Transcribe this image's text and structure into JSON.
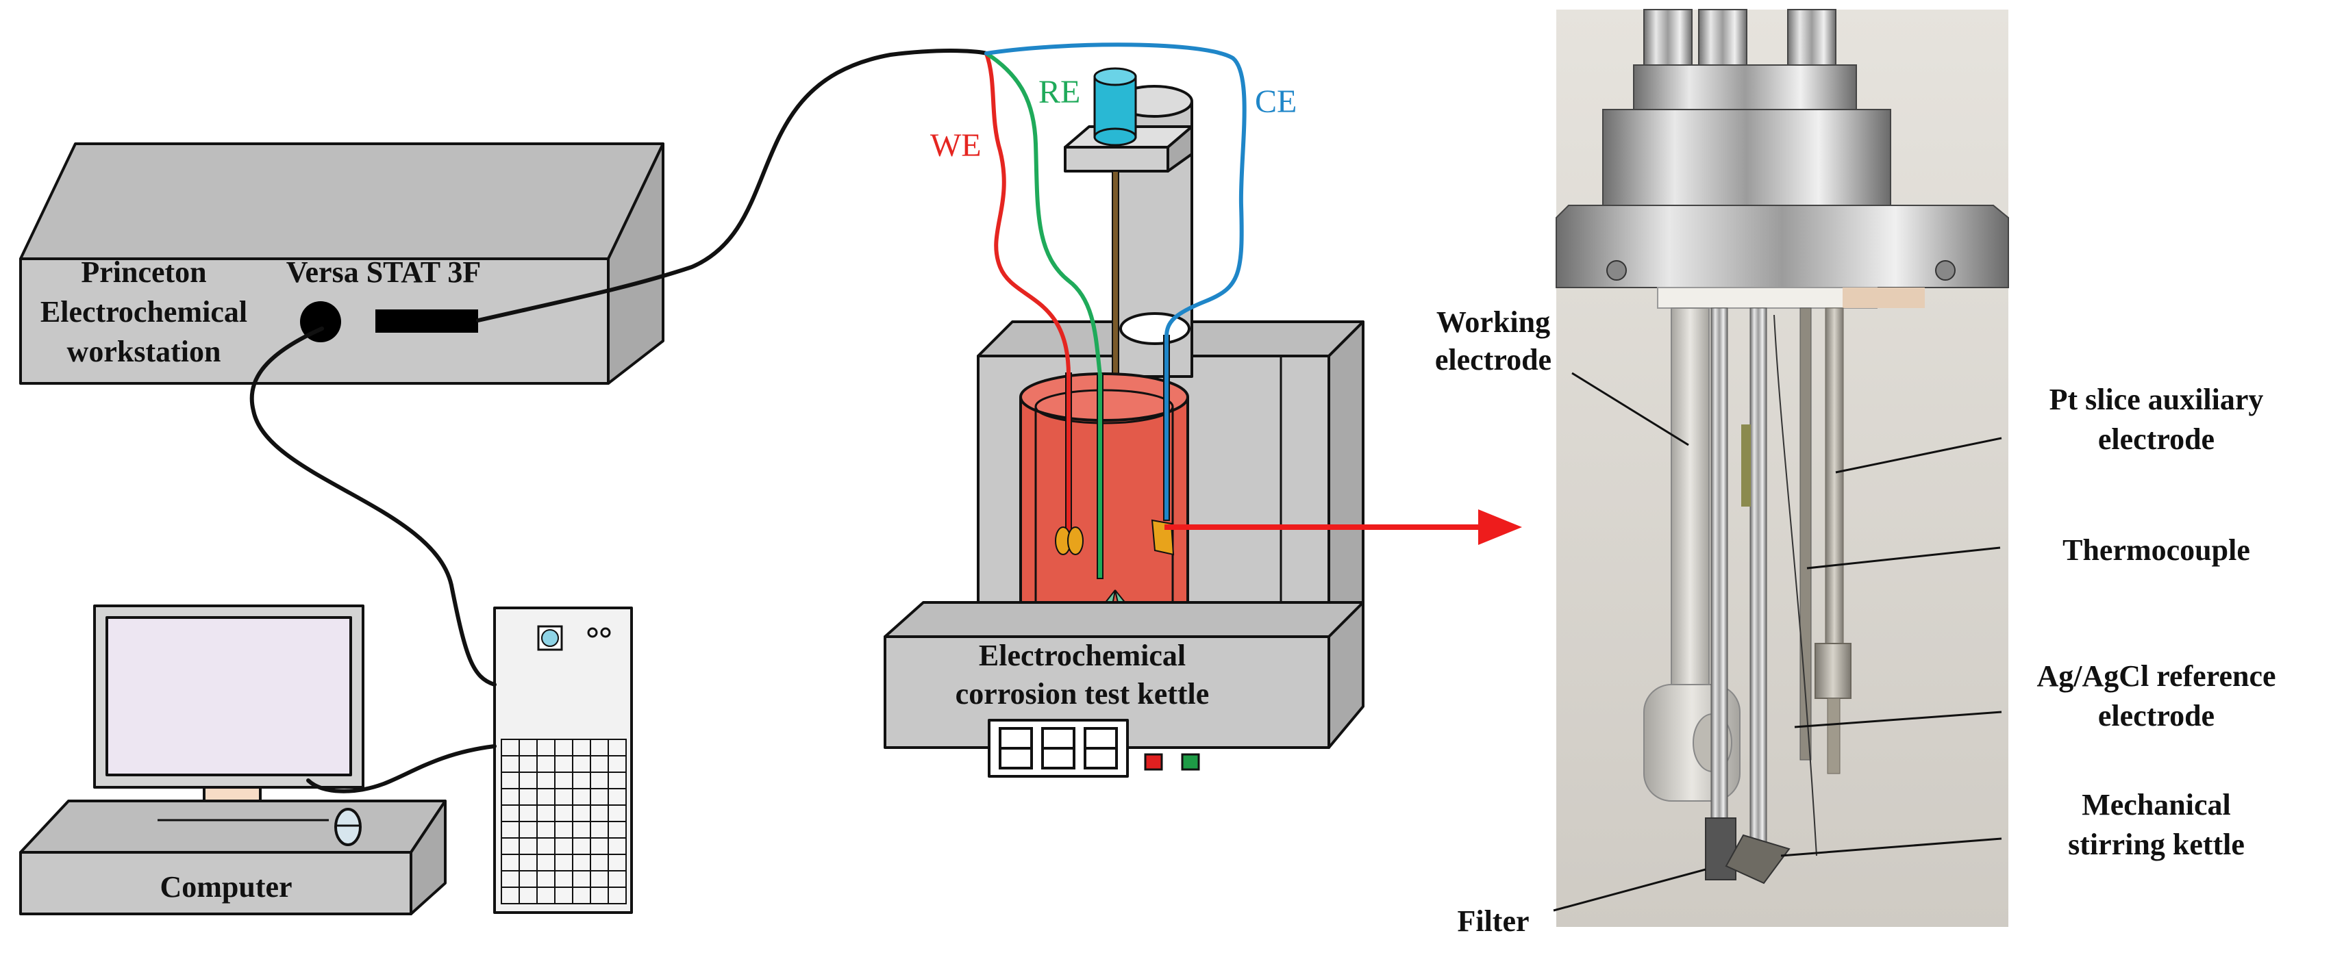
{
  "diagram": {
    "workstation": {
      "label_line1": "Princeton",
      "label_line2": "Electrochemical",
      "label_line3": "workstation",
      "model": "Versa STAT 3F"
    },
    "computer": {
      "label": "Computer"
    },
    "kettle": {
      "label_line1": "Electrochemical",
      "label_line2": "corrosion test kettle",
      "indicator_colors": [
        "#e02020",
        "#1e9b46"
      ]
    },
    "wires": [
      {
        "label": "WE",
        "color": "#e52520"
      },
      {
        "label": "RE",
        "color": "#1faa5a"
      },
      {
        "label": "CE",
        "color": "#1f86c8"
      }
    ],
    "photo_labels": [
      {
        "lines": [
          "Working",
          "electrode"
        ]
      },
      {
        "lines": [
          "Pt slice auxiliary",
          "electrode"
        ]
      },
      {
        "lines": [
          "Thermocouple"
        ]
      },
      {
        "lines": [
          "Ag/AgCl reference",
          "electrode"
        ]
      },
      {
        "lines": [
          "Mechanical",
          "stirring kettle"
        ]
      },
      {
        "lines": [
          "Filter"
        ]
      }
    ],
    "colors": {
      "device_gray": "#c8c8c8",
      "device_dark": "#a8a8a8",
      "solution": "#e35a4a",
      "arrow": "#ee1c1c",
      "photo_bg": "#d9d6d1"
    }
  }
}
